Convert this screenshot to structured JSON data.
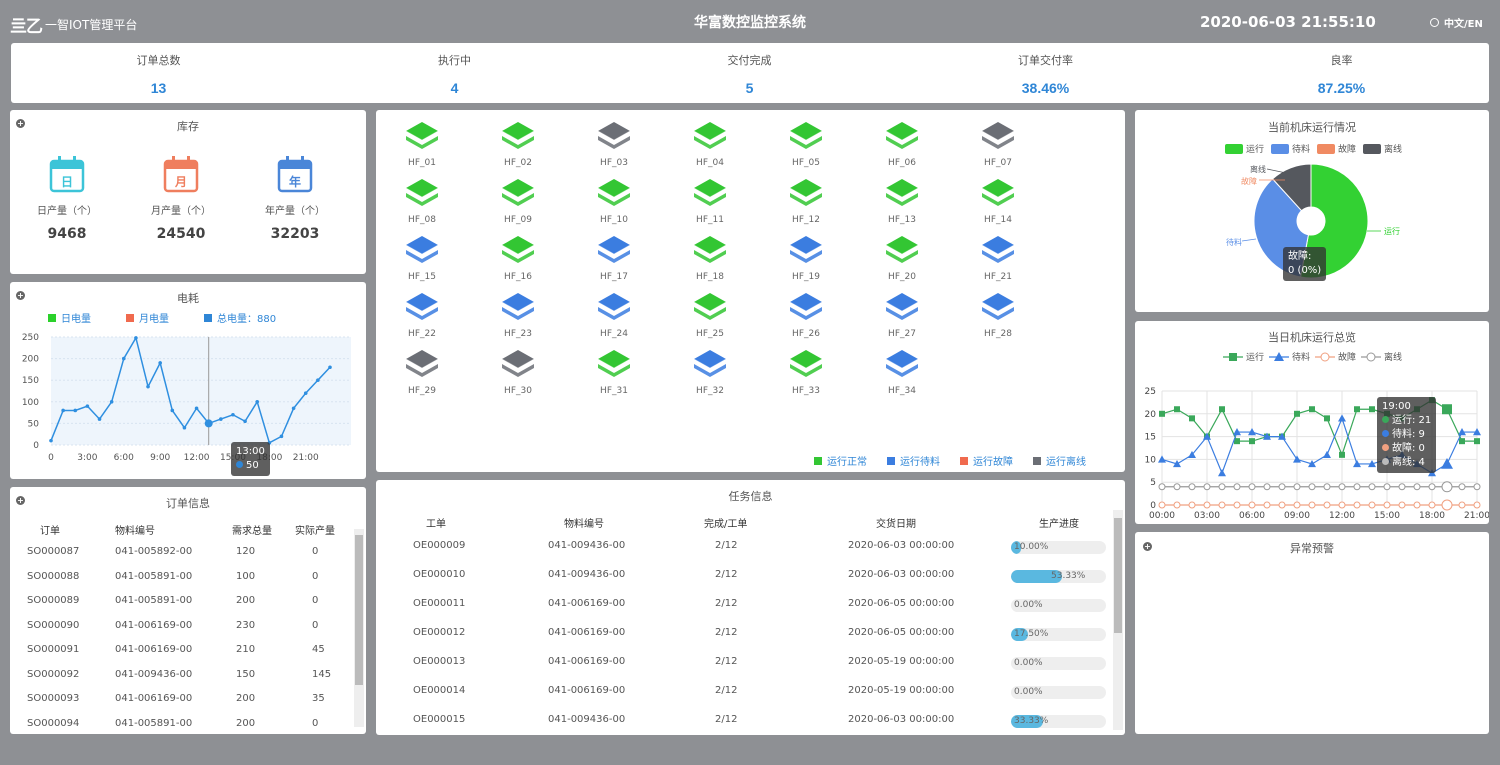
{
  "header": {
    "logo_mark": "亖乙",
    "logo_text": "一智IOT管理平台",
    "title": "华富数控监控系统",
    "datetime": "2020-06-03 21:55:10",
    "lang": "中文/EN"
  },
  "kpis": [
    {
      "label": "订单总数",
      "value": "13"
    },
    {
      "label": "执行中",
      "value": "4"
    },
    {
      "label": "交付完成",
      "value": "5"
    },
    {
      "label": "订单交付率",
      "value": "38.46%"
    },
    {
      "label": "良率",
      "value": "87.25%"
    }
  ],
  "inventory": {
    "title": "库存",
    "items": [
      {
        "label": "日产量（个）",
        "value": "9468",
        "icon_char": "日",
        "color": "#3cc4d8"
      },
      {
        "label": "月产量（个）",
        "value": "24540",
        "icon_char": "月",
        "color": "#ef7e5e"
      },
      {
        "label": "年产量（个）",
        "value": "32203",
        "icon_char": "年",
        "color": "#4a86d8"
      }
    ]
  },
  "energy": {
    "title": "电耗",
    "legend": [
      {
        "label": "日电量",
        "color": "#2bd12b"
      },
      {
        "label": "月电量",
        "color": "#f06a4e"
      },
      {
        "label": "总电量：880",
        "color": "#2f86d6"
      }
    ],
    "tooltip": {
      "x": "13:00",
      "value": "50"
    }
  },
  "orders": {
    "title": "订单信息",
    "columns": [
      "订单",
      "物料编号",
      "需求总量",
      "实际产量"
    ],
    "rows": [
      [
        "SO000087",
        "041-005892-00",
        "120",
        "0"
      ],
      [
        "SO000088",
        "041-005891-00",
        "100",
        "0"
      ],
      [
        "SO000089",
        "041-005891-00",
        "200",
        "0"
      ],
      [
        "SO000090",
        "041-006169-00",
        "230",
        "0"
      ],
      [
        "SO000091",
        "041-006169-00",
        "210",
        "45"
      ],
      [
        "SO000092",
        "041-009436-00",
        "150",
        "145"
      ],
      [
        "SO000093",
        "041-006169-00",
        "200",
        "35"
      ],
      [
        "SO000094",
        "041-005891-00",
        "200",
        "0"
      ]
    ]
  },
  "machines": {
    "colors": {
      "run": "#33c633",
      "wait": "#3b7de0",
      "fault": "#f06a4e",
      "offline": "#6b6e75"
    },
    "items": [
      {
        "name": "HF_01",
        "status": "run"
      },
      {
        "name": "HF_02",
        "status": "run"
      },
      {
        "name": "HF_03",
        "status": "offline"
      },
      {
        "name": "HF_04",
        "status": "run"
      },
      {
        "name": "HF_05",
        "status": "run"
      },
      {
        "name": "HF_06",
        "status": "run"
      },
      {
        "name": "HF_07",
        "status": "offline"
      },
      {
        "name": "HF_08",
        "status": "run"
      },
      {
        "name": "HF_09",
        "status": "run"
      },
      {
        "name": "HF_10",
        "status": "run"
      },
      {
        "name": "HF_11",
        "status": "run"
      },
      {
        "name": "HF_12",
        "status": "run"
      },
      {
        "name": "HF_13",
        "status": "run"
      },
      {
        "name": "HF_14",
        "status": "run"
      },
      {
        "name": "HF_15",
        "status": "wait"
      },
      {
        "name": "HF_16",
        "status": "run"
      },
      {
        "name": "HF_17",
        "status": "wait"
      },
      {
        "name": "HF_18",
        "status": "run"
      },
      {
        "name": "HF_19",
        "status": "wait"
      },
      {
        "name": "HF_20",
        "status": "run"
      },
      {
        "name": "HF_21",
        "status": "wait"
      },
      {
        "name": "HF_22",
        "status": "wait"
      },
      {
        "name": "HF_23",
        "status": "wait"
      },
      {
        "name": "HF_24",
        "status": "wait"
      },
      {
        "name": "HF_25",
        "status": "run"
      },
      {
        "name": "HF_26",
        "status": "wait"
      },
      {
        "name": "HF_27",
        "status": "wait"
      },
      {
        "name": "HF_28",
        "status": "wait"
      },
      {
        "name": "HF_29",
        "status": "offline"
      },
      {
        "name": "HF_30",
        "status": "offline"
      },
      {
        "name": "HF_31",
        "status": "run"
      },
      {
        "name": "HF_32",
        "status": "wait"
      },
      {
        "name": "HF_33",
        "status": "run"
      },
      {
        "name": "HF_34",
        "status": "wait"
      }
    ],
    "legend": [
      {
        "label": "运行正常",
        "status": "run"
      },
      {
        "label": "运行待料",
        "status": "wait"
      },
      {
        "label": "运行故障",
        "status": "fault"
      },
      {
        "label": "运行离线",
        "status": "offline"
      }
    ]
  },
  "tasks": {
    "title": "任务信息",
    "columns": [
      "工单",
      "物料编号",
      "完成/工单",
      "交货日期",
      "生产进度"
    ],
    "rows": [
      {
        "order": "OE000009",
        "material": "041-009436-00",
        "done": "2/12",
        "date": "2020-06-03 00:00:00",
        "progress_label": "10.00%",
        "progress": 0.1
      },
      {
        "order": "OE000010",
        "material": "041-009436-00",
        "done": "2/12",
        "date": "2020-06-03 00:00:00",
        "progress_label": "53.33%",
        "progress": 0.5333
      },
      {
        "order": "OE000011",
        "material": "041-006169-00",
        "done": "2/12",
        "date": "2020-06-05 00:00:00",
        "progress_label": "0.00%",
        "progress": 0.0
      },
      {
        "order": "OE000012",
        "material": "041-006169-00",
        "done": "2/12",
        "date": "2020-06-05 00:00:00",
        "progress_label": "17.50%",
        "progress": 0.175
      },
      {
        "order": "OE000013",
        "material": "041-006169-00",
        "done": "2/12",
        "date": "2020-05-19 00:00:00",
        "progress_label": "0.00%",
        "progress": 0.0
      },
      {
        "order": "OE000014",
        "material": "041-006169-00",
        "done": "2/12",
        "date": "2020-05-19 00:00:00",
        "progress_label": "0.00%",
        "progress": 0.0
      },
      {
        "order": "OE000015",
        "material": "041-009436-00",
        "done": "2/12",
        "date": "2020-06-03 00:00:00",
        "progress_label": "33.33%",
        "progress": 0.3333
      }
    ]
  },
  "current_status": {
    "title": "当前机床运行情况",
    "legend": [
      {
        "label": "运行",
        "color": "#33d133"
      },
      {
        "label": "待料",
        "color": "#5a8ee6"
      },
      {
        "label": "故障",
        "color": "#f08a62"
      },
      {
        "label": "离线",
        "color": "#55585e"
      }
    ],
    "labels": {
      "run": "运行",
      "wait": "待料",
      "fault": "故障",
      "offline": "离线"
    },
    "tooltip": {
      "line1": "故障:",
      "line2": "0 (0%)"
    }
  },
  "daily_overview": {
    "title": "当日机床运行总览",
    "legend": [
      {
        "label": "运行",
        "color": "#3aa85a"
      },
      {
        "label": "待料",
        "color": "#3b7de0"
      },
      {
        "label": "故障",
        "color": "#f0a080"
      },
      {
        "label": "离线",
        "color": "#999999"
      }
    ],
    "tooltip": {
      "x": "19:00",
      "lines": [
        "运行: 21",
        "待料: 9",
        "故障: 0",
        "离线: 4"
      ]
    }
  },
  "alerts": {
    "title": "异常预警"
  },
  "chart_data": [
    {
      "type": "area",
      "title": "电耗",
      "x": [
        "0",
        "1",
        "2",
        "3",
        "4",
        "5",
        "6",
        "7",
        "8",
        "9",
        "10",
        "11",
        "12",
        "13",
        "14",
        "15",
        "16",
        "17",
        "18",
        "19",
        "20",
        "21",
        "22",
        "23"
      ],
      "xticks": [
        "0",
        "3:00",
        "6:00",
        "9:00",
        "12:00",
        "15:00",
        "18:00",
        "21:00"
      ],
      "ylim": [
        0,
        250
      ],
      "yticks": [
        0,
        50,
        100,
        150,
        200,
        250
      ],
      "series": [
        {
          "name": "总电量",
          "values": [
            10,
            80,
            80,
            90,
            60,
            100,
            200,
            248,
            135,
            190,
            80,
            40,
            85,
            50,
            60,
            70,
            55,
            100,
            5,
            20,
            85,
            120,
            150,
            180
          ]
        }
      ],
      "grid": true
    },
    {
      "type": "pie",
      "title": "当前机床运行情况",
      "slices": [
        {
          "label": "运行",
          "value": 18
        },
        {
          "label": "待料",
          "value": 12
        },
        {
          "label": "故障",
          "value": 0
        },
        {
          "label": "离线",
          "value": 4
        }
      ]
    },
    {
      "type": "line",
      "title": "当日机床运行总览",
      "x": [
        "00:00",
        "01:00",
        "02:00",
        "03:00",
        "04:00",
        "05:00",
        "06:00",
        "07:00",
        "08:00",
        "09:00",
        "10:00",
        "11:00",
        "12:00",
        "13:00",
        "14:00",
        "15:00",
        "16:00",
        "17:00",
        "18:00",
        "19:00",
        "20:00",
        "21:00"
      ],
      "xticks": [
        "00:00",
        "03:00",
        "06:00",
        "09:00",
        "12:00",
        "15:00",
        "18:00",
        "21:00"
      ],
      "ylim": [
        0,
        25
      ],
      "yticks": [
        0,
        5,
        10,
        15,
        20,
        25
      ],
      "series": [
        {
          "name": "运行",
          "values": [
            20,
            21,
            19,
            15,
            21,
            14,
            14,
            15,
            15,
            20,
            21,
            19,
            11,
            21,
            21,
            20,
            19,
            21,
            23,
            21,
            14,
            14
          ]
        },
        {
          "name": "待料",
          "values": [
            10,
            9,
            11,
            15,
            7,
            16,
            16,
            15,
            15,
            10,
            9,
            11,
            19,
            9,
            9,
            10,
            11,
            9,
            7,
            9,
            16,
            16
          ]
        },
        {
          "name": "故障",
          "values": [
            0,
            0,
            0,
            0,
            0,
            0,
            0,
            0,
            0,
            0,
            0,
            0,
            0,
            0,
            0,
            0,
            0,
            0,
            0,
            0,
            0,
            0
          ]
        },
        {
          "name": "离线",
          "values": [
            4,
            4,
            4,
            4,
            4,
            4,
            4,
            4,
            4,
            4,
            4,
            4,
            4,
            4,
            4,
            4,
            4,
            4,
            4,
            4,
            4,
            4
          ]
        }
      ],
      "grid": true
    }
  ]
}
